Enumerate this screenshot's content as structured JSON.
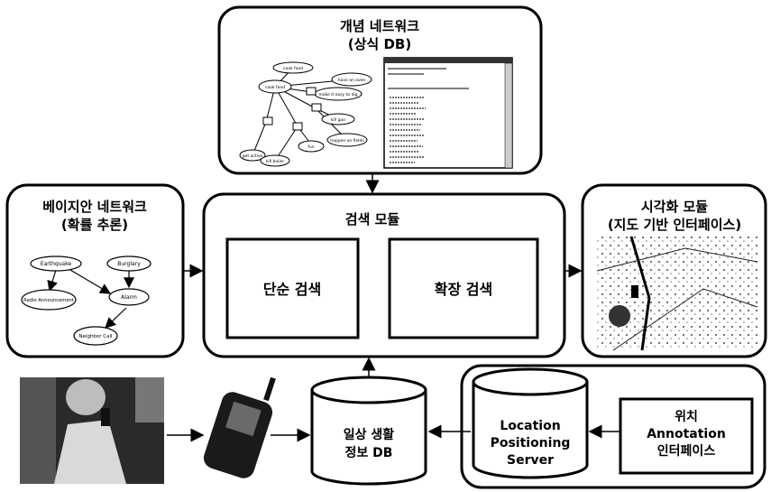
{
  "concept_network": {
    "title_line1": "개념 네트워크",
    "title_line2": "(상식 DB)",
    "nodes": [
      "cook food",
      "have an oven",
      "cook food",
      "make it easy to dig",
      "kill gun",
      "happen on fields",
      "fun",
      "get active",
      "kill boiler"
    ]
  },
  "bayesian_network": {
    "title_line1": "베이지안 네트워크",
    "title_line2": "(확률 추론)",
    "nodes": [
      "Earthquake",
      "Burglary",
      "Radio Announcement",
      "Alarm",
      "Neighbor Call"
    ]
  },
  "search_module": {
    "title": "검색 모듈",
    "simple_search": "단순 검색",
    "extended_search": "확장 검색"
  },
  "visualization": {
    "title_line1": "시각화 모듈",
    "title_line2": "(지도 기반 인터페이스)"
  },
  "lifelog_db": {
    "line1": "일상 생활",
    "line2": "정보 DB"
  },
  "location_server": {
    "line1": "Location",
    "line2": "Positioning",
    "line3": "Server"
  },
  "annotation": {
    "line1": "위치",
    "line2": "Annotation",
    "line3": "인터페이스"
  }
}
